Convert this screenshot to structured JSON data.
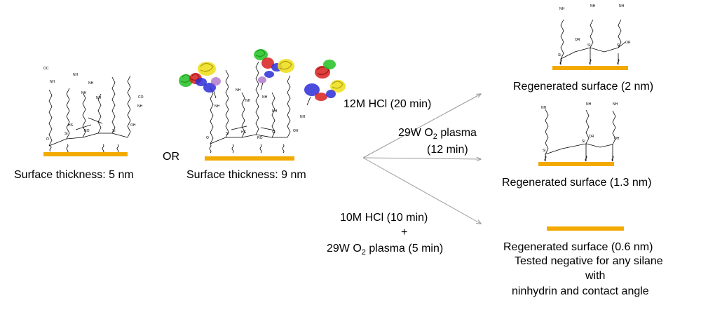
{
  "surfaces": {
    "left": {
      "thickness_label": "Surface thickness: 5 nm"
    },
    "or_label": "OR",
    "middle": {
      "thickness_label": "Surface thickness: 9 nm"
    }
  },
  "reactions": [
    {
      "line1": "12M HCl (20 min)"
    },
    {
      "line1_main": "29W O",
      "line1_sub": "2",
      "line1_rest": " plasma",
      "line2": "(12 min)"
    },
    {
      "line1": "10M HCl (10 min)",
      "plus": "+",
      "line2_main": "29W O",
      "line2_sub": "2",
      "line2_rest": " plasma (5 min)"
    }
  ],
  "results": [
    {
      "label": "Regenerated surface  (2 nm)"
    },
    {
      "label": "Regenerated surface  (1.3 nm)"
    },
    {
      "label": "Regenerated surface  (0.6 nm)",
      "notes": [
        "Tested negative for any silane",
        "with",
        "ninhydrin and contact angle"
      ]
    }
  ],
  "atoms": {
    "nh2": "NH",
    "nh2_sub": "2",
    "nh": "NH",
    "si": "Si",
    "o": "O",
    "oh": "OH",
    "or": "OR",
    "ro": "RO",
    "oc": "OC",
    "co": "CO",
    "hs": "HS"
  },
  "colors": {
    "substrate": "#f2a900",
    "arrow": "#9a9a9a",
    "protein_red": "#d81e1e",
    "protein_blue": "#2b2bd6",
    "protein_yellow": "#f0e020",
    "protein_green": "#22c022",
    "protein_purple": "#a060c0"
  }
}
